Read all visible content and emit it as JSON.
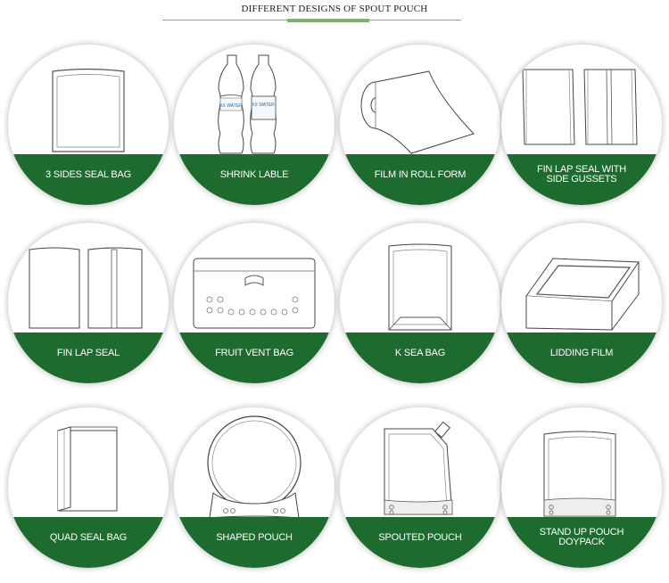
{
  "header": {
    "title": "DIFFERENT DESIGNS OF SPOUT POUCH"
  },
  "colors": {
    "band": "#1e6b30",
    "accent": "#7fb069",
    "line": "#9a9a9a"
  },
  "cards": [
    {
      "label": "3 SIDES SEAL BAG",
      "icon": "three-side-seal-bag-icon"
    },
    {
      "label": "SHRINK LABLE",
      "icon": "shrink-label-bottles-icon",
      "bottle_text": "XX WATER"
    },
    {
      "label": "FILM IN ROLL FORM",
      "icon": "film-roll-icon"
    },
    {
      "label": "FIN LAP SEAL WITH\nSIDE GUSSETS",
      "icon": "side-gusset-bag-icon"
    },
    {
      "label": "FIN LAP SEAL",
      "icon": "fin-lap-seal-bag-icon"
    },
    {
      "label": "FRUIT VENT BAG",
      "icon": "fruit-vent-bag-icon"
    },
    {
      "label": "K SEA BAG",
      "icon": "k-seal-bag-icon"
    },
    {
      "label": "LIDDING FILM",
      "icon": "lidding-film-tray-icon"
    },
    {
      "label": "QUAD SEAL BAG",
      "icon": "quad-seal-bag-icon"
    },
    {
      "label": "SHAPED POUCH",
      "icon": "shaped-pouch-icon"
    },
    {
      "label": "SPOUTED POUCH",
      "icon": "spouted-pouch-icon"
    },
    {
      "label": "STAND UP POUCH\nDOYPACK",
      "icon": "stand-up-pouch-icon"
    }
  ]
}
